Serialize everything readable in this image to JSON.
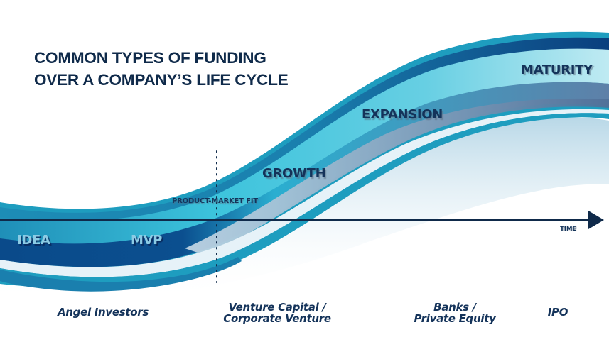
{
  "title": {
    "line1": "COMMON TYPES OF FUNDING",
    "line2": "OVER A COMPANY’S LIFE CYCLE"
  },
  "stages": [
    {
      "id": "idea",
      "label": "IDEA"
    },
    {
      "id": "mvp",
      "label": "MVP"
    },
    {
      "id": "product-market-fit",
      "label": "PRODUCT-MARKET FIT"
    },
    {
      "id": "growth",
      "label": "GROWTH"
    },
    {
      "id": "expansion",
      "label": "EXPANSION"
    },
    {
      "id": "maturity",
      "label": "MATURITY"
    }
  ],
  "axis": {
    "label": "TIME",
    "icon": "arrow-right-icon",
    "color": "#0f2a4a"
  },
  "divider": {
    "style": "dotted",
    "position_stage": "PRODUCT-MARKET FIT"
  },
  "funding": [
    {
      "line1": "Angel Investors",
      "line2": ""
    },
    {
      "line1": "Venture Capital /",
      "line2": "Corporate Venture"
    },
    {
      "line1": "Banks /",
      "line2": "Private Equity"
    },
    {
      "line1": "IPO",
      "line2": ""
    }
  ],
  "colors": {
    "navy": "#0f2a4a",
    "dark_blue": "#0a4a8a",
    "teal": "#1e9dbf",
    "cyan": "#3fc6de",
    "light_cyan": "#bfeaf2",
    "slate": "#5f7fa6",
    "background": "#ffffff"
  }
}
